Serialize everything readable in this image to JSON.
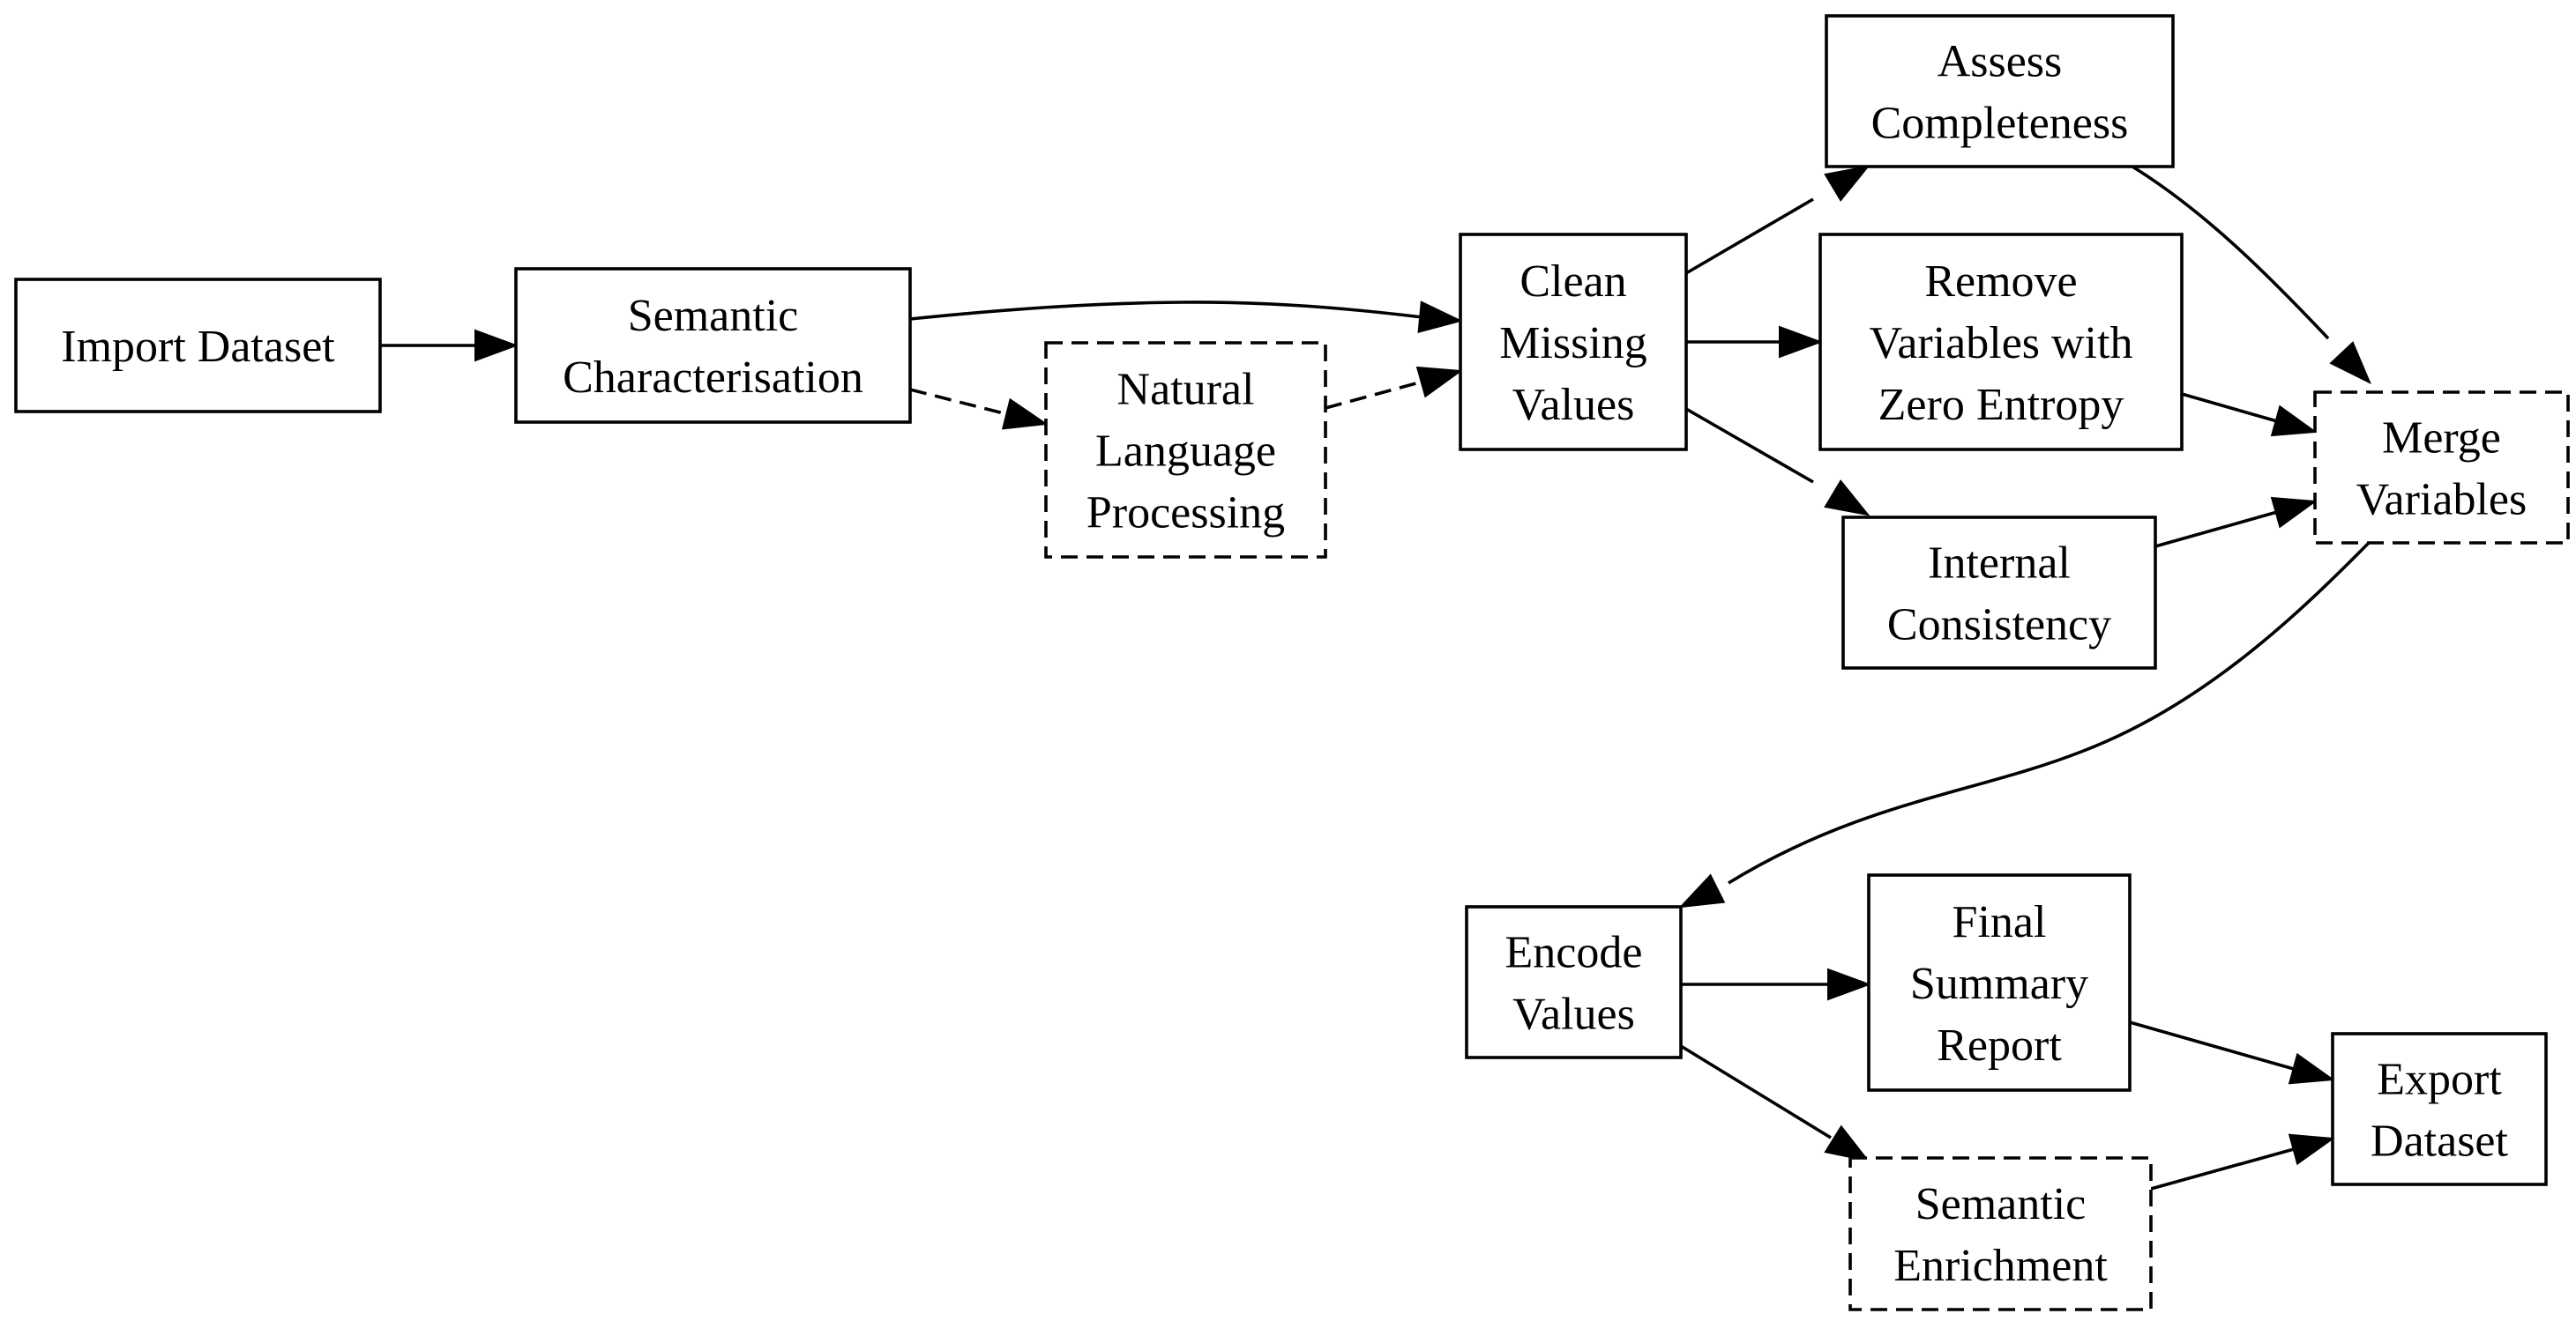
{
  "diagram": {
    "type": "flowchart",
    "direction": "left-to-right",
    "colors": {
      "stroke": "#000000",
      "fill": "#ffffff",
      "text": "#000000"
    },
    "nodes": [
      {
        "id": "import_dataset",
        "lines": [
          "Import Dataset"
        ],
        "style": "solid"
      },
      {
        "id": "semantic_characterisation",
        "lines": [
          "Semantic",
          "Characterisation"
        ],
        "style": "solid"
      },
      {
        "id": "natural_language_processing",
        "lines": [
          "Natural",
          "Language",
          "Processing"
        ],
        "style": "dashed"
      },
      {
        "id": "clean_missing_values",
        "lines": [
          "Clean",
          "Missing",
          "Values"
        ],
        "style": "solid"
      },
      {
        "id": "assess_completeness",
        "lines": [
          "Assess",
          "Completeness"
        ],
        "style": "solid"
      },
      {
        "id": "remove_zero_entropy",
        "lines": [
          "Remove",
          "Variables with",
          "Zero Entropy"
        ],
        "style": "solid"
      },
      {
        "id": "internal_consistency",
        "lines": [
          "Internal",
          "Consistency"
        ],
        "style": "solid"
      },
      {
        "id": "merge_variables",
        "lines": [
          "Merge",
          "Variables"
        ],
        "style": "dashed"
      },
      {
        "id": "encode_values",
        "lines": [
          "Encode",
          "Values"
        ],
        "style": "solid"
      },
      {
        "id": "final_summary_report",
        "lines": [
          "Final",
          "Summary",
          "Report"
        ],
        "style": "solid"
      },
      {
        "id": "semantic_enrichment",
        "lines": [
          "Semantic",
          "Enrichment"
        ],
        "style": "dashed"
      },
      {
        "id": "export_dataset",
        "lines": [
          "Export",
          "Dataset"
        ],
        "style": "solid"
      }
    ],
    "edges": [
      {
        "from": "import_dataset",
        "to": "semantic_characterisation",
        "style": "solid"
      },
      {
        "from": "semantic_characterisation",
        "to": "clean_missing_values",
        "style": "solid"
      },
      {
        "from": "semantic_characterisation",
        "to": "natural_language_processing",
        "style": "dashed"
      },
      {
        "from": "natural_language_processing",
        "to": "clean_missing_values",
        "style": "dashed"
      },
      {
        "from": "clean_missing_values",
        "to": "assess_completeness",
        "style": "solid"
      },
      {
        "from": "clean_missing_values",
        "to": "remove_zero_entropy",
        "style": "solid"
      },
      {
        "from": "clean_missing_values",
        "to": "internal_consistency",
        "style": "solid"
      },
      {
        "from": "assess_completeness",
        "to": "merge_variables",
        "style": "solid"
      },
      {
        "from": "remove_zero_entropy",
        "to": "merge_variables",
        "style": "solid"
      },
      {
        "from": "internal_consistency",
        "to": "merge_variables",
        "style": "solid"
      },
      {
        "from": "merge_variables",
        "to": "encode_values",
        "style": "solid"
      },
      {
        "from": "encode_values",
        "to": "final_summary_report",
        "style": "solid"
      },
      {
        "from": "encode_values",
        "to": "semantic_enrichment",
        "style": "solid"
      },
      {
        "from": "final_summary_report",
        "to": "export_dataset",
        "style": "solid"
      },
      {
        "from": "semantic_enrichment",
        "to": "export_dataset",
        "style": "solid"
      }
    ]
  }
}
